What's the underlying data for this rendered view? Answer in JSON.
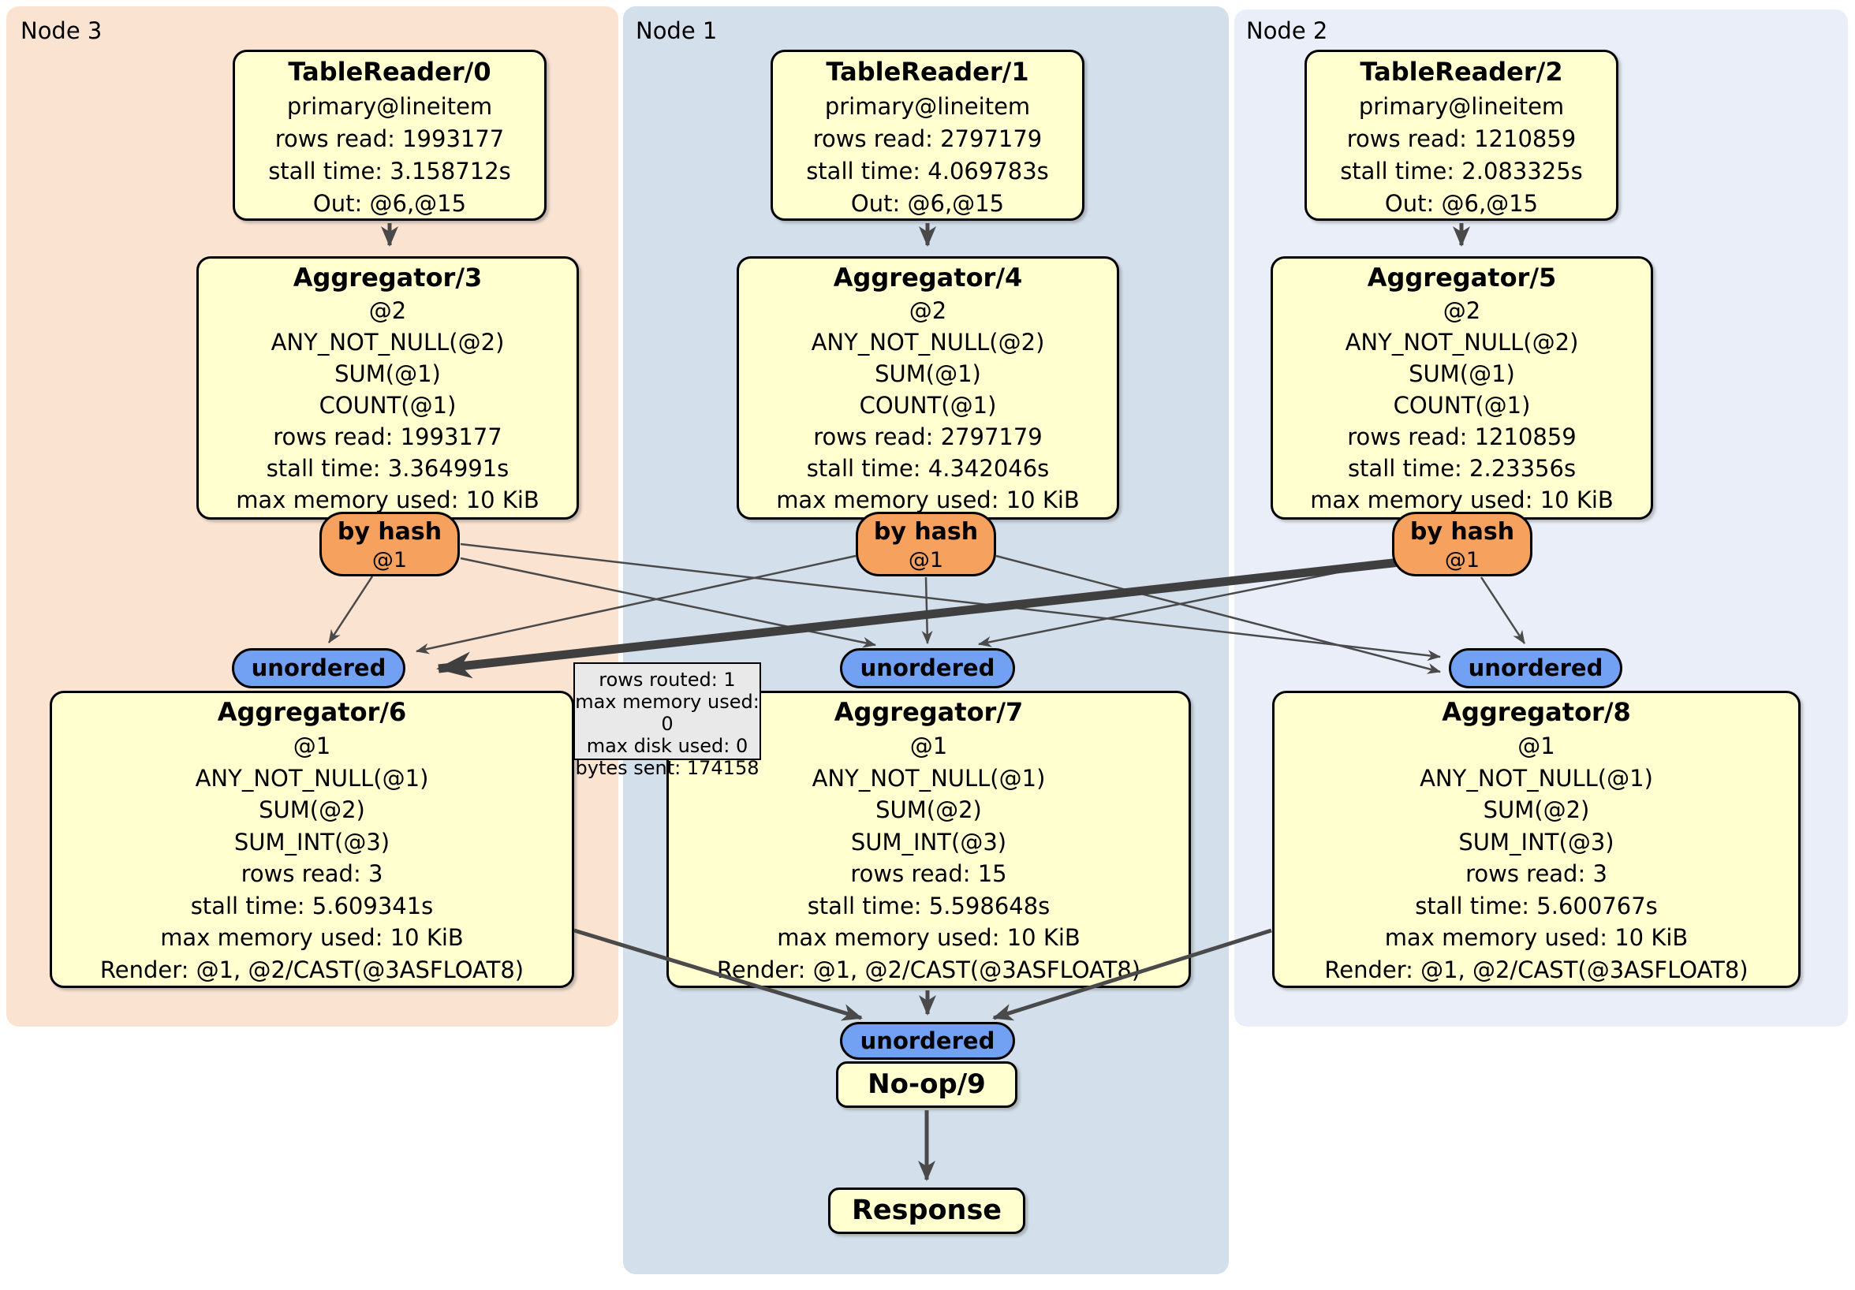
{
  "diagram_type": "distributed-sql-plan",
  "regions": [
    {
      "label": "Node 3",
      "color": "#fbe3d2"
    },
    {
      "label": "Node 1",
      "color": "#d3dfeb"
    },
    {
      "label": "Node 2",
      "color": "#e9eef8"
    }
  ],
  "columns": [
    {
      "node_label": "Node 3",
      "table_reader": {
        "title": "TableReader/0",
        "lines": [
          "primary@lineitem",
          "rows read: 1993177",
          "stall time: 3.158712s",
          "Out: @6,@15"
        ]
      },
      "aggregator_top": {
        "title": "Aggregator/3",
        "lines": [
          "@2",
          "ANY_NOT_NULL(@2)",
          "SUM(@1)",
          "COUNT(@1)",
          "rows read: 1993177",
          "stall time: 3.364991s",
          "max memory used: 10 KiB"
        ]
      },
      "router": {
        "label": "by hash",
        "detail": "@1"
      },
      "sync": {
        "label": "unordered"
      },
      "aggregator_bottom": {
        "title": "Aggregator/6",
        "lines": [
          "@1",
          "ANY_NOT_NULL(@1)",
          "SUM(@2)",
          "SUM_INT(@3)",
          "rows read: 3",
          "stall time: 5.609341s",
          "max memory used: 10 KiB",
          "Render: @1, @2/CAST(@3ASFLOAT8)"
        ]
      }
    },
    {
      "node_label": "Node 1",
      "table_reader": {
        "title": "TableReader/1",
        "lines": [
          "primary@lineitem",
          "rows read: 2797179",
          "stall time: 4.069783s",
          "Out: @6,@15"
        ]
      },
      "aggregator_top": {
        "title": "Aggregator/4",
        "lines": [
          "@2",
          "ANY_NOT_NULL(@2)",
          "SUM(@1)",
          "COUNT(@1)",
          "rows read: 2797179",
          "stall time: 4.342046s",
          "max memory used: 10 KiB"
        ]
      },
      "router": {
        "label": "by hash",
        "detail": "@1"
      },
      "sync": {
        "label": "unordered"
      },
      "aggregator_bottom": {
        "title": "Aggregator/7",
        "lines": [
          "@1",
          "ANY_NOT_NULL(@1)",
          "SUM(@2)",
          "SUM_INT(@3)",
          "rows read: 15",
          "stall time: 5.598648s",
          "max memory used: 10 KiB",
          "Render: @1, @2/CAST(@3ASFLOAT8)"
        ]
      }
    },
    {
      "node_label": "Node 2",
      "table_reader": {
        "title": "TableReader/2",
        "lines": [
          "primary@lineitem",
          "rows read: 1210859",
          "stall time: 2.083325s",
          "Out: @6,@15"
        ]
      },
      "aggregator_top": {
        "title": "Aggregator/5",
        "lines": [
          "@2",
          "ANY_NOT_NULL(@2)",
          "SUM(@1)",
          "COUNT(@1)",
          "rows read: 1210859",
          "stall time: 2.23356s",
          "max memory used: 10 KiB"
        ]
      },
      "router": {
        "label": "by hash",
        "detail": "@1"
      },
      "sync": {
        "label": "unordered"
      },
      "aggregator_bottom": {
        "title": "Aggregator/8",
        "lines": [
          "@1",
          "ANY_NOT_NULL(@1)",
          "SUM(@2)",
          "SUM_INT(@3)",
          "rows read: 3",
          "stall time: 5.600767s",
          "max memory used: 10 KiB",
          "Render: @1, @2/CAST(@3ASFLOAT8)"
        ]
      }
    }
  ],
  "edge_tooltip": {
    "lines": [
      "rows routed: 1",
      "max memory used: 0",
      "max disk used: 0",
      "bytes sent: 174158"
    ]
  },
  "final_stage": {
    "sync_label": "unordered",
    "noop_title": "No-op/9",
    "response_title": "Response"
  },
  "colors": {
    "node3_bg": "#fbe3d2",
    "node1_bg": "#d3dfeb",
    "node2_bg": "#e9eef8",
    "processor_bg": "#ffffd0",
    "router_bg": "#f7a15e",
    "sync_bg": "#72a0f2",
    "tooltip_bg": "#e9e9e9",
    "edge": "#4a4a4a",
    "highlight_edge": "#3f3f3f"
  }
}
